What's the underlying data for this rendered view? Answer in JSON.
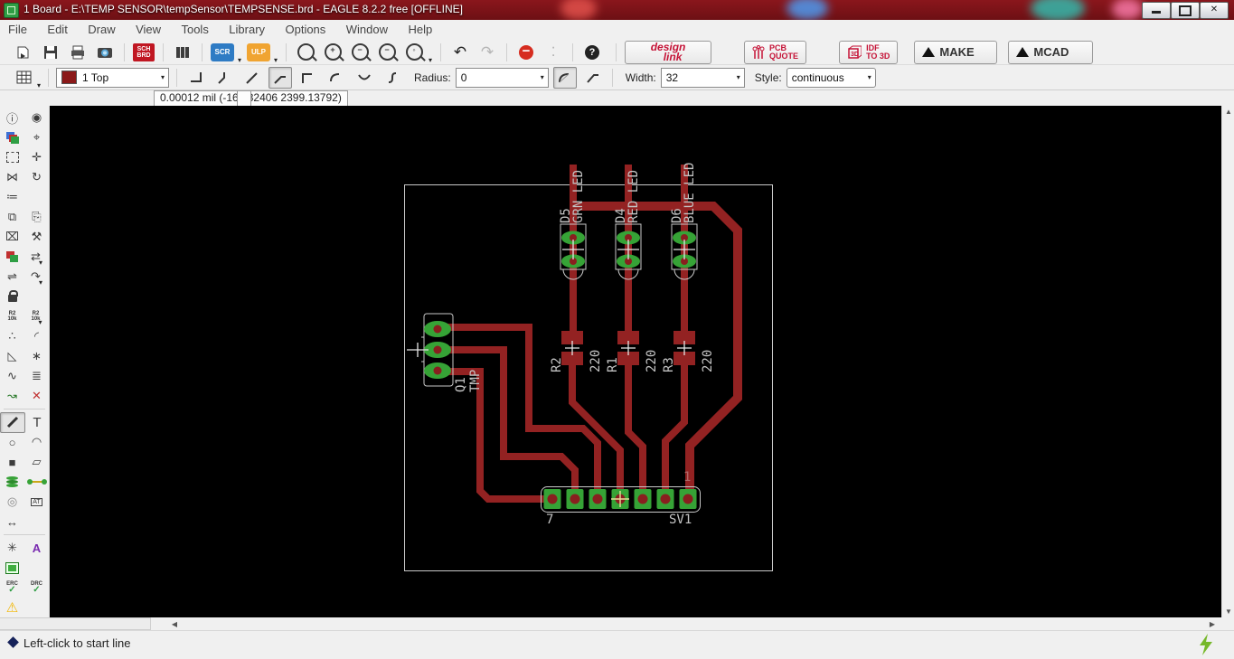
{
  "window": {
    "title": "1 Board - E:\\TEMP SENSOR\\tempSensor\\TEMPSENSE.brd - EAGLE 8.2.2 free [OFFLINE]",
    "controls": [
      "minimize",
      "maximize",
      "close"
    ]
  },
  "menu": {
    "items": [
      "File",
      "Edit",
      "Draw",
      "View",
      "Tools",
      "Library",
      "Options",
      "Window",
      "Help"
    ]
  },
  "toolbar": {
    "icons": [
      "open-icon",
      "save-icon",
      "print-icon",
      "image-export-icon",
      "sch-brd-icon",
      "library-icon",
      "scr-button",
      "ulp-button",
      "zoom-fit-icon",
      "zoom-in-icon",
      "zoom-out-icon",
      "zoom-select-icon",
      "zoom-redraw-icon",
      "undo-icon",
      "redo-icon",
      "stop-icon",
      "options-dots-icon",
      "help-icon"
    ],
    "scr_label": "SCR",
    "ulp_label": "ULP",
    "sch_label": "SCH",
    "brd_label": "BRD",
    "design_link": {
      "line1": "design",
      "line2": "link"
    },
    "pcb_quote": {
      "line1": "PCB",
      "line2": "QUOTE"
    },
    "idf_to_3d": {
      "line1": "IDF",
      "line2": "TO 3D"
    },
    "make_label": "MAKE",
    "mcad_label": "MCAD"
  },
  "params": {
    "layer": {
      "value": "1 Top",
      "swatch_color": "#8b1a1a"
    },
    "bend_styles": 8,
    "radius": {
      "label": "Radius:",
      "value": "0"
    },
    "width": {
      "label": "Width:",
      "value": "32"
    },
    "style": {
      "label": "Style:",
      "value": "continuous"
    }
  },
  "coordbar": {
    "text": "0.00012 mil (-165.32406 2399.13792)"
  },
  "palette": {
    "tools": [
      {
        "left": "info-icon",
        "right": "show-icon"
      },
      {
        "left": "display-layers-icon",
        "right": "mark-icon"
      },
      {
        "left": "group-select-icon",
        "right": "move-icon"
      },
      {
        "left": "mirror-icon",
        "right": "rotate-icon"
      },
      {
        "left": "name-icon",
        "right": ""
      },
      {
        "left": "copy-icon",
        "right": "paste-icon"
      },
      {
        "left": "delete-icon",
        "right": "change-icon"
      },
      {
        "left": "add-part-icon",
        "right": "pinswap-icon"
      },
      {
        "left": "replace-icon",
        "right": "gateswap-icon"
      },
      {
        "left": "lock-icon",
        "right": ""
      },
      {
        "left": "name-tool-icon",
        "right": "value-tool-icon"
      },
      {
        "left": "smash-icon",
        "right": "miter-icon"
      },
      {
        "left": "split-icon",
        "right": "optimize-icon"
      },
      {
        "left": "meander-icon",
        "right": "ratsnest-config-icon"
      },
      {
        "left": "route-icon",
        "right": "ripup-icon"
      },
      {
        "left": "wire-icon",
        "right": "text-icon"
      },
      {
        "left": "circle-icon",
        "right": "arc-icon"
      },
      {
        "left": "rect-icon",
        "right": "polygon-icon"
      },
      {
        "left": "via-icon",
        "right": "signal-icon"
      },
      {
        "left": "hole-icon",
        "right": "attribute-icon"
      },
      {
        "left": "dimension-icon",
        "right": ""
      },
      {
        "left": "ratsnest-icon",
        "right": "autoroute-icon"
      },
      {
        "left": "footprint-icon",
        "right": ""
      },
      {
        "left": "erc-icon",
        "right": "drc-icon"
      },
      {
        "left": "errors-icon",
        "right": ""
      }
    ],
    "captions": {
      "name_ref": "R2",
      "name_val": "10k",
      "text_tool": "T",
      "autoroute": "A",
      "attribute": "AT",
      "erc": "ERC",
      "drc": "DRC"
    },
    "active_tool": "wire-icon"
  },
  "board": {
    "leds": [
      {
        "ref": "D5",
        "value": "GRN LED"
      },
      {
        "ref": "D4",
        "value": "RED LED"
      },
      {
        "ref": "D6",
        "value": "BLUE LED"
      }
    ],
    "resistors": [
      {
        "ref": "R2",
        "value": "220"
      },
      {
        "ref": "R1",
        "value": "220"
      },
      {
        "ref": "R3",
        "value": "220"
      }
    ],
    "sensor": {
      "ref": "Q1",
      "value": "TMP"
    },
    "header": {
      "ref": "SV1",
      "pin_first": "1",
      "pin_last": "7"
    }
  },
  "statusbar": {
    "text": "Left-click to start line"
  },
  "colors": {
    "trace_red": "#932222",
    "pad_green": "#36a336",
    "hole_red": "#891f1f",
    "silkscreen": "#c9c9c9",
    "canvas": "#000000",
    "titlebar": "#7a1419",
    "scr_blue": "#2e7bc4",
    "ulp_orange": "#f0a431",
    "bolt_green": "#76b82a"
  }
}
